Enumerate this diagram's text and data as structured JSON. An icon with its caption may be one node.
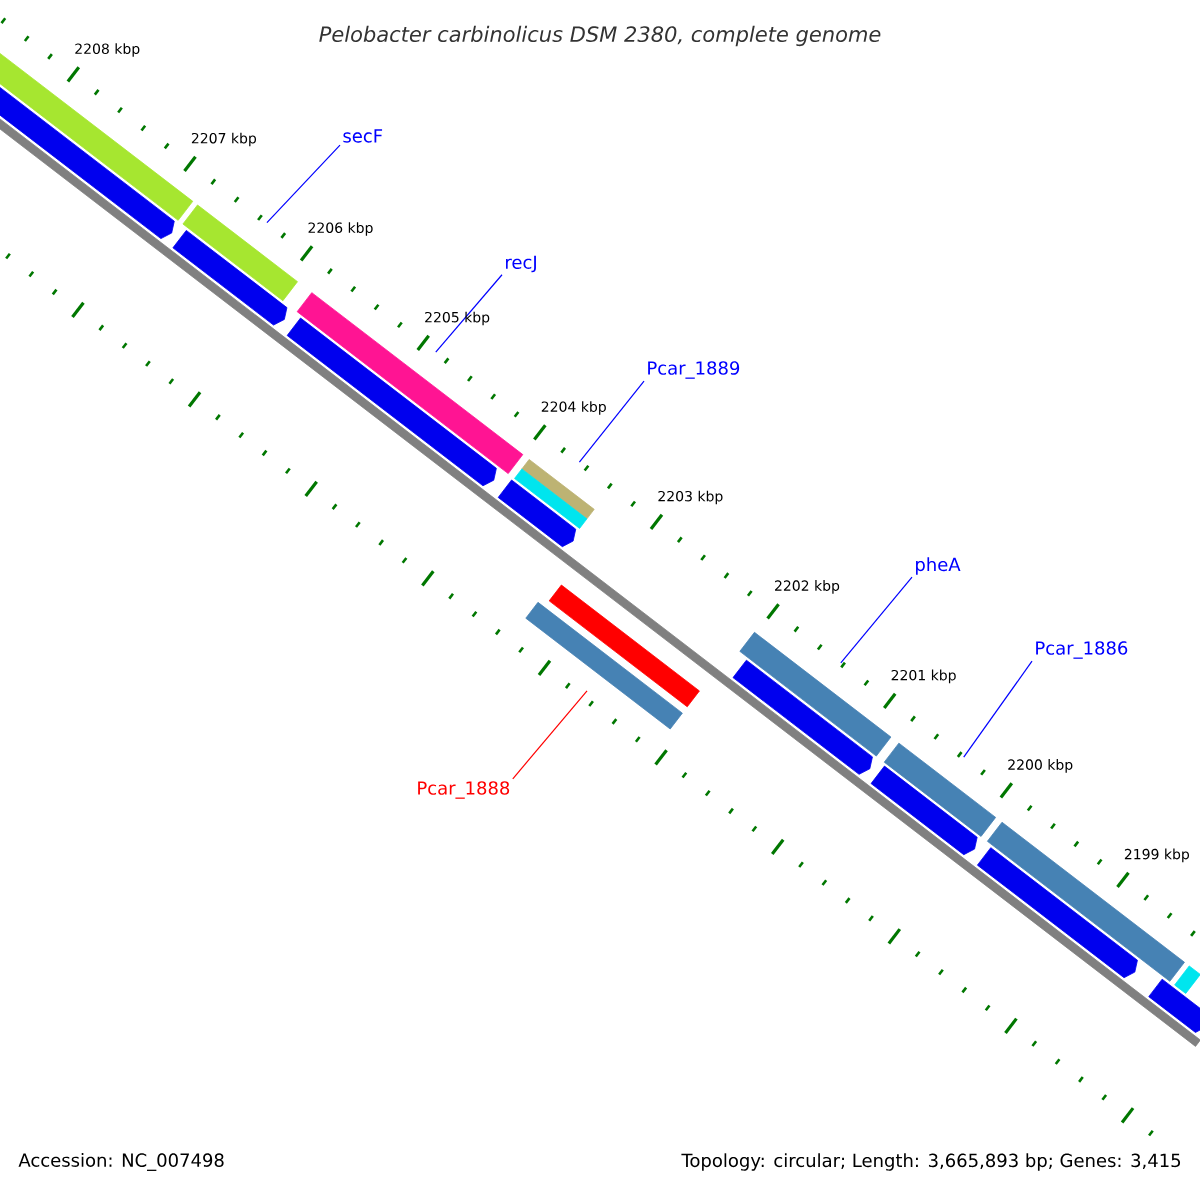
{
  "diagram": {
    "title": "Pelobacter carbinolicus DSM 2380, complete genome",
    "nodes": [
      {
        "text": [
          "secF"
        ]
      },
      {
        "text": [
          "recJ"
        ]
      },
      {
        "text": [
          "Pcar_1889"
        ]
      },
      {
        "text": [
          "pheA"
        ]
      },
      {
        "text": [
          "Pcar_1886"
        ]
      },
      {
        "text": [
          "Pcar_1888"
        ]
      },
      {
        "text": [],
        "shape": "bar"
      },
      {
        "text": [],
        "shape": "bar"
      },
      {
        "text": [],
        "shape": "bar"
      },
      {
        "text": [],
        "shape": "bar"
      },
      {
        "text": [],
        "shape": "bar"
      },
      {
        "text": [],
        "shape": "bar"
      },
      {
        "text": [],
        "shape": "bar"
      },
      {
        "text": [],
        "shape": "arrow"
      },
      {
        "text": [],
        "shape": "arrow"
      },
      {
        "text": [],
        "shape": "arrow"
      },
      {
        "text": [],
        "shape": "bar"
      },
      {
        "text": [],
        "shape": "arrow"
      },
      {
        "text": [],
        "shape": "bar"
      },
      {
        "text": [],
        "shape": "arrow"
      },
      {
        "text": [],
        "shape": "arrow"
      },
      {
        "text": [],
        "shape": "bar"
      },
      {
        "text": [],
        "shape": "arrow"
      },
      {
        "text": [],
        "shape": "bar"
      },
      {
        "text": [],
        "shape": "arrow"
      },
      {
        "text": [],
        "shape": "bar"
      }
    ],
    "edges": [
      {
        "from": 0,
        "to": 6,
        "arrow": "none"
      },
      {
        "from": 1,
        "to": 7,
        "arrow": "none"
      },
      {
        "from": 2,
        "to": 8,
        "arrow": "none"
      },
      {
        "from": 3,
        "to": 9,
        "arrow": "none"
      },
      {
        "from": 4,
        "to": 10,
        "arrow": "none"
      },
      {
        "from": 5,
        "to": 11,
        "arrow": "none",
        "color": "#ff0000"
      }
    ],
    "labels": [
      "2208 kbp",
      "2207 kbp",
      "2206 kbp",
      "2205 kbp",
      "2204 kbp",
      "2203 kbp",
      "2202 kbp",
      "2201 kbp",
      "2200 kbp",
      "2199 kbp",
      "Accession: NC_007498",
      "Topology: circular; Length: 3,665,893 bp; Genes: 3,415"
    ]
  }
}
